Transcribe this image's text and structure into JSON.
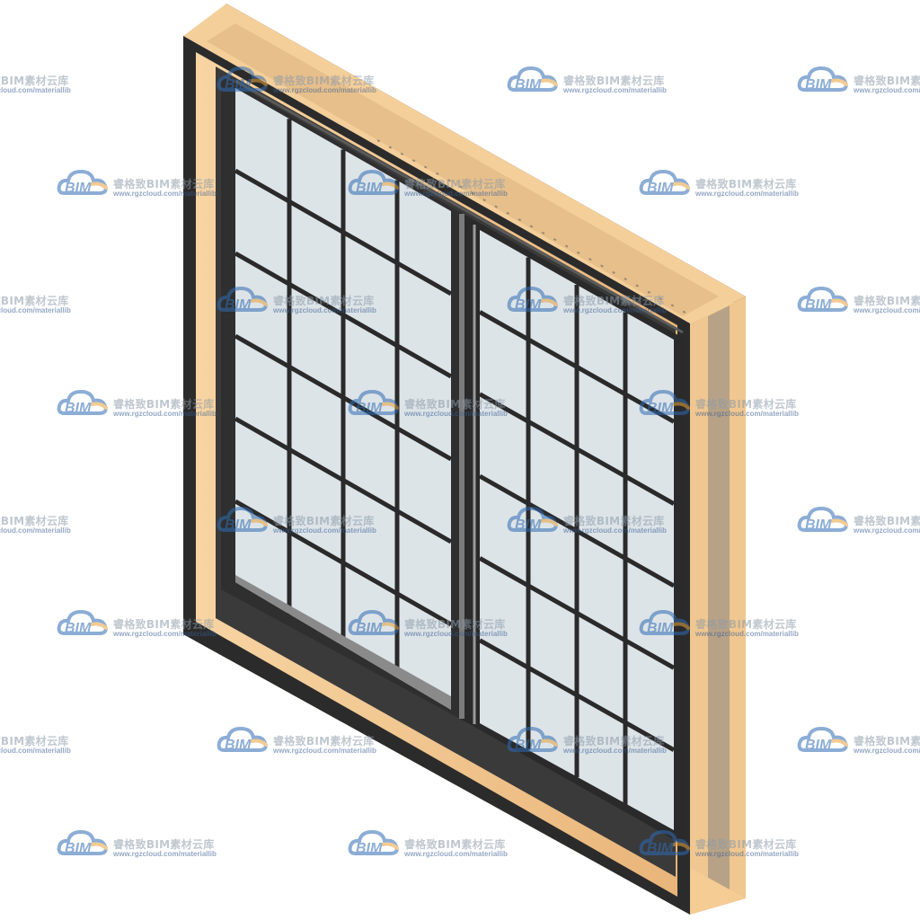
{
  "watermark": {
    "logo_text": "BIM",
    "name": "睿格致BIM素材云库",
    "url": "www.rgzcloud.com/materiallib",
    "logo_color": "#2f6bb3",
    "accent_color": "#e8a23c"
  },
  "window": {
    "frame_color": "#2b2b2b",
    "jamb_color": "#f3c98f",
    "glass_color": "#dde4e8",
    "panes": 2,
    "grid_columns_per_pane": 4,
    "grid_rows_per_pane": 6
  }
}
